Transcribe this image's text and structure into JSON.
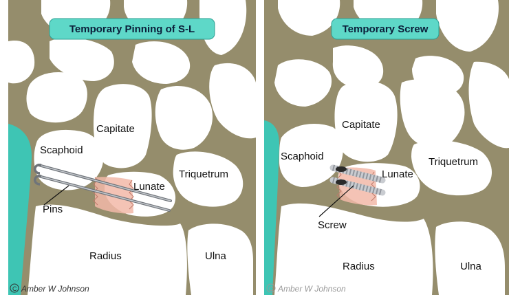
{
  "left_panel": {
    "title": "Temporary Pinning of S-L",
    "labels": {
      "capitate": "Capitate",
      "scaphoid": "Scaphoid",
      "lunate": "Lunate",
      "triquetrum": "Triquetrum",
      "pins": "Pins",
      "radius": "Radius",
      "ulna": "Ulna"
    },
    "copyright": "Amber W Johnson"
  },
  "right_panel": {
    "title": "Temporary Screw",
    "labels": {
      "capitate": "Capitate",
      "scaphoid": "Scaphoid",
      "lunate": "Lunate",
      "triquetrum": "Triquetrum",
      "screw": "Screw",
      "radius": "Radius",
      "ulna": "Ulna"
    },
    "copyright": "Amber W Johnson"
  },
  "colors": {
    "background_tissue": "#958d6c",
    "bone": "#ffffff",
    "cartilage": "#3ec5b4",
    "title_badge": "#5ed8c8",
    "ligament": "#f2b8a8",
    "pin_metal": "#8a8f96",
    "screw_metal": "#c9ccd1"
  }
}
